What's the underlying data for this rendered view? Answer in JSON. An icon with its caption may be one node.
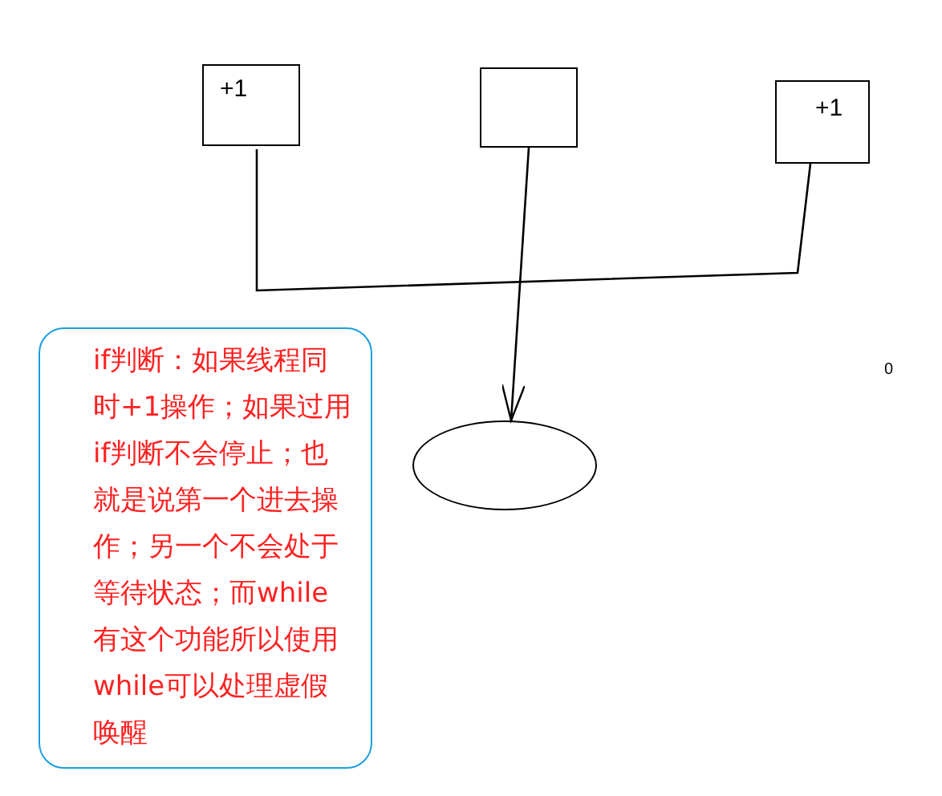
{
  "diagram": {
    "nodes": [
      {
        "text": [
          "+1"
        ]
      },
      {
        "text": [],
        "shape": "box"
      },
      {
        "text": [
          "+1"
        ]
      },
      {
        "text": [],
        "shape": "circle"
      },
      {
        "text": [
          "if判断：如果线程同时+1操作；如果过用if判断不会停止；也就是说第一个进去操作；另一个不会处于等待状态；而while有这个功能所以使用while可以处理虚假唤醒"
        ]
      }
    ],
    "edges": [
      {
        "from": 0,
        "to": 2,
        "arrow": "none"
      },
      {
        "from": 1,
        "to": 3,
        "arrow": "to"
      }
    ],
    "labels": [
      "0"
    ]
  }
}
